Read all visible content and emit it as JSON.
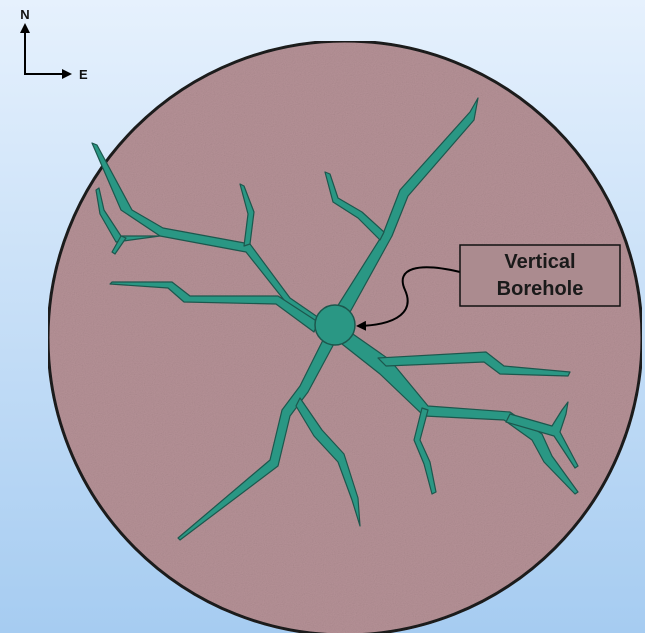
{
  "compass": {
    "north_label": "N",
    "east_label": "E"
  },
  "callout": {
    "line1": "Vertical",
    "line2": "Borehole"
  },
  "colors": {
    "rock_fill": "#b59196",
    "rock_outline": "#1b1b1b",
    "fracture_fill": "#2a9784",
    "fracture_outline": "#1c574d",
    "callout_fill": "#ab8b8f",
    "background_top": "#e6f1fd",
    "background_bottom": "#a6ccf1"
  }
}
